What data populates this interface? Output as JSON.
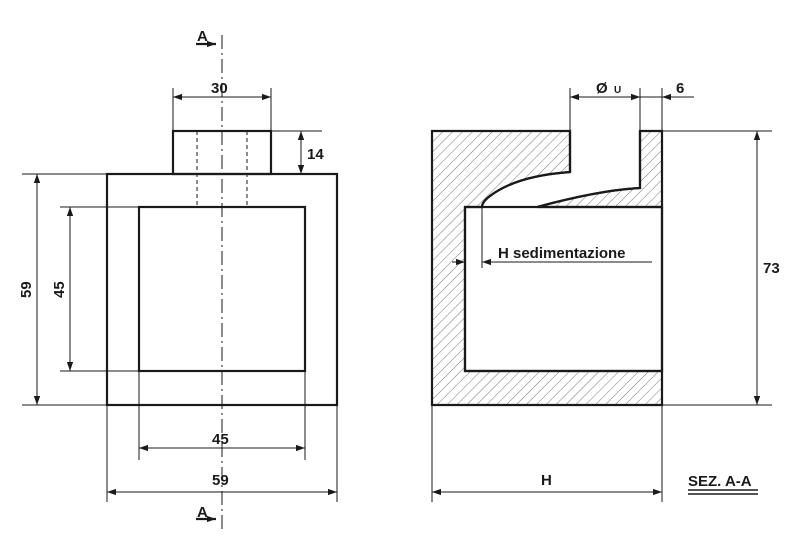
{
  "drawing": {
    "section_mark": "A",
    "front_view": {
      "top_width": "30",
      "top_height": "14",
      "outer_height": "59",
      "inner_height": "45",
      "inner_width": "45",
      "outer_width": "59"
    },
    "section_view": {
      "diameter_symbol": "Ø",
      "diameter_sub": "U",
      "wall": "6",
      "height": "73",
      "sediment_label": "H sedimentazione",
      "width_label": "H",
      "section_title": "SEZ. A-A"
    }
  }
}
